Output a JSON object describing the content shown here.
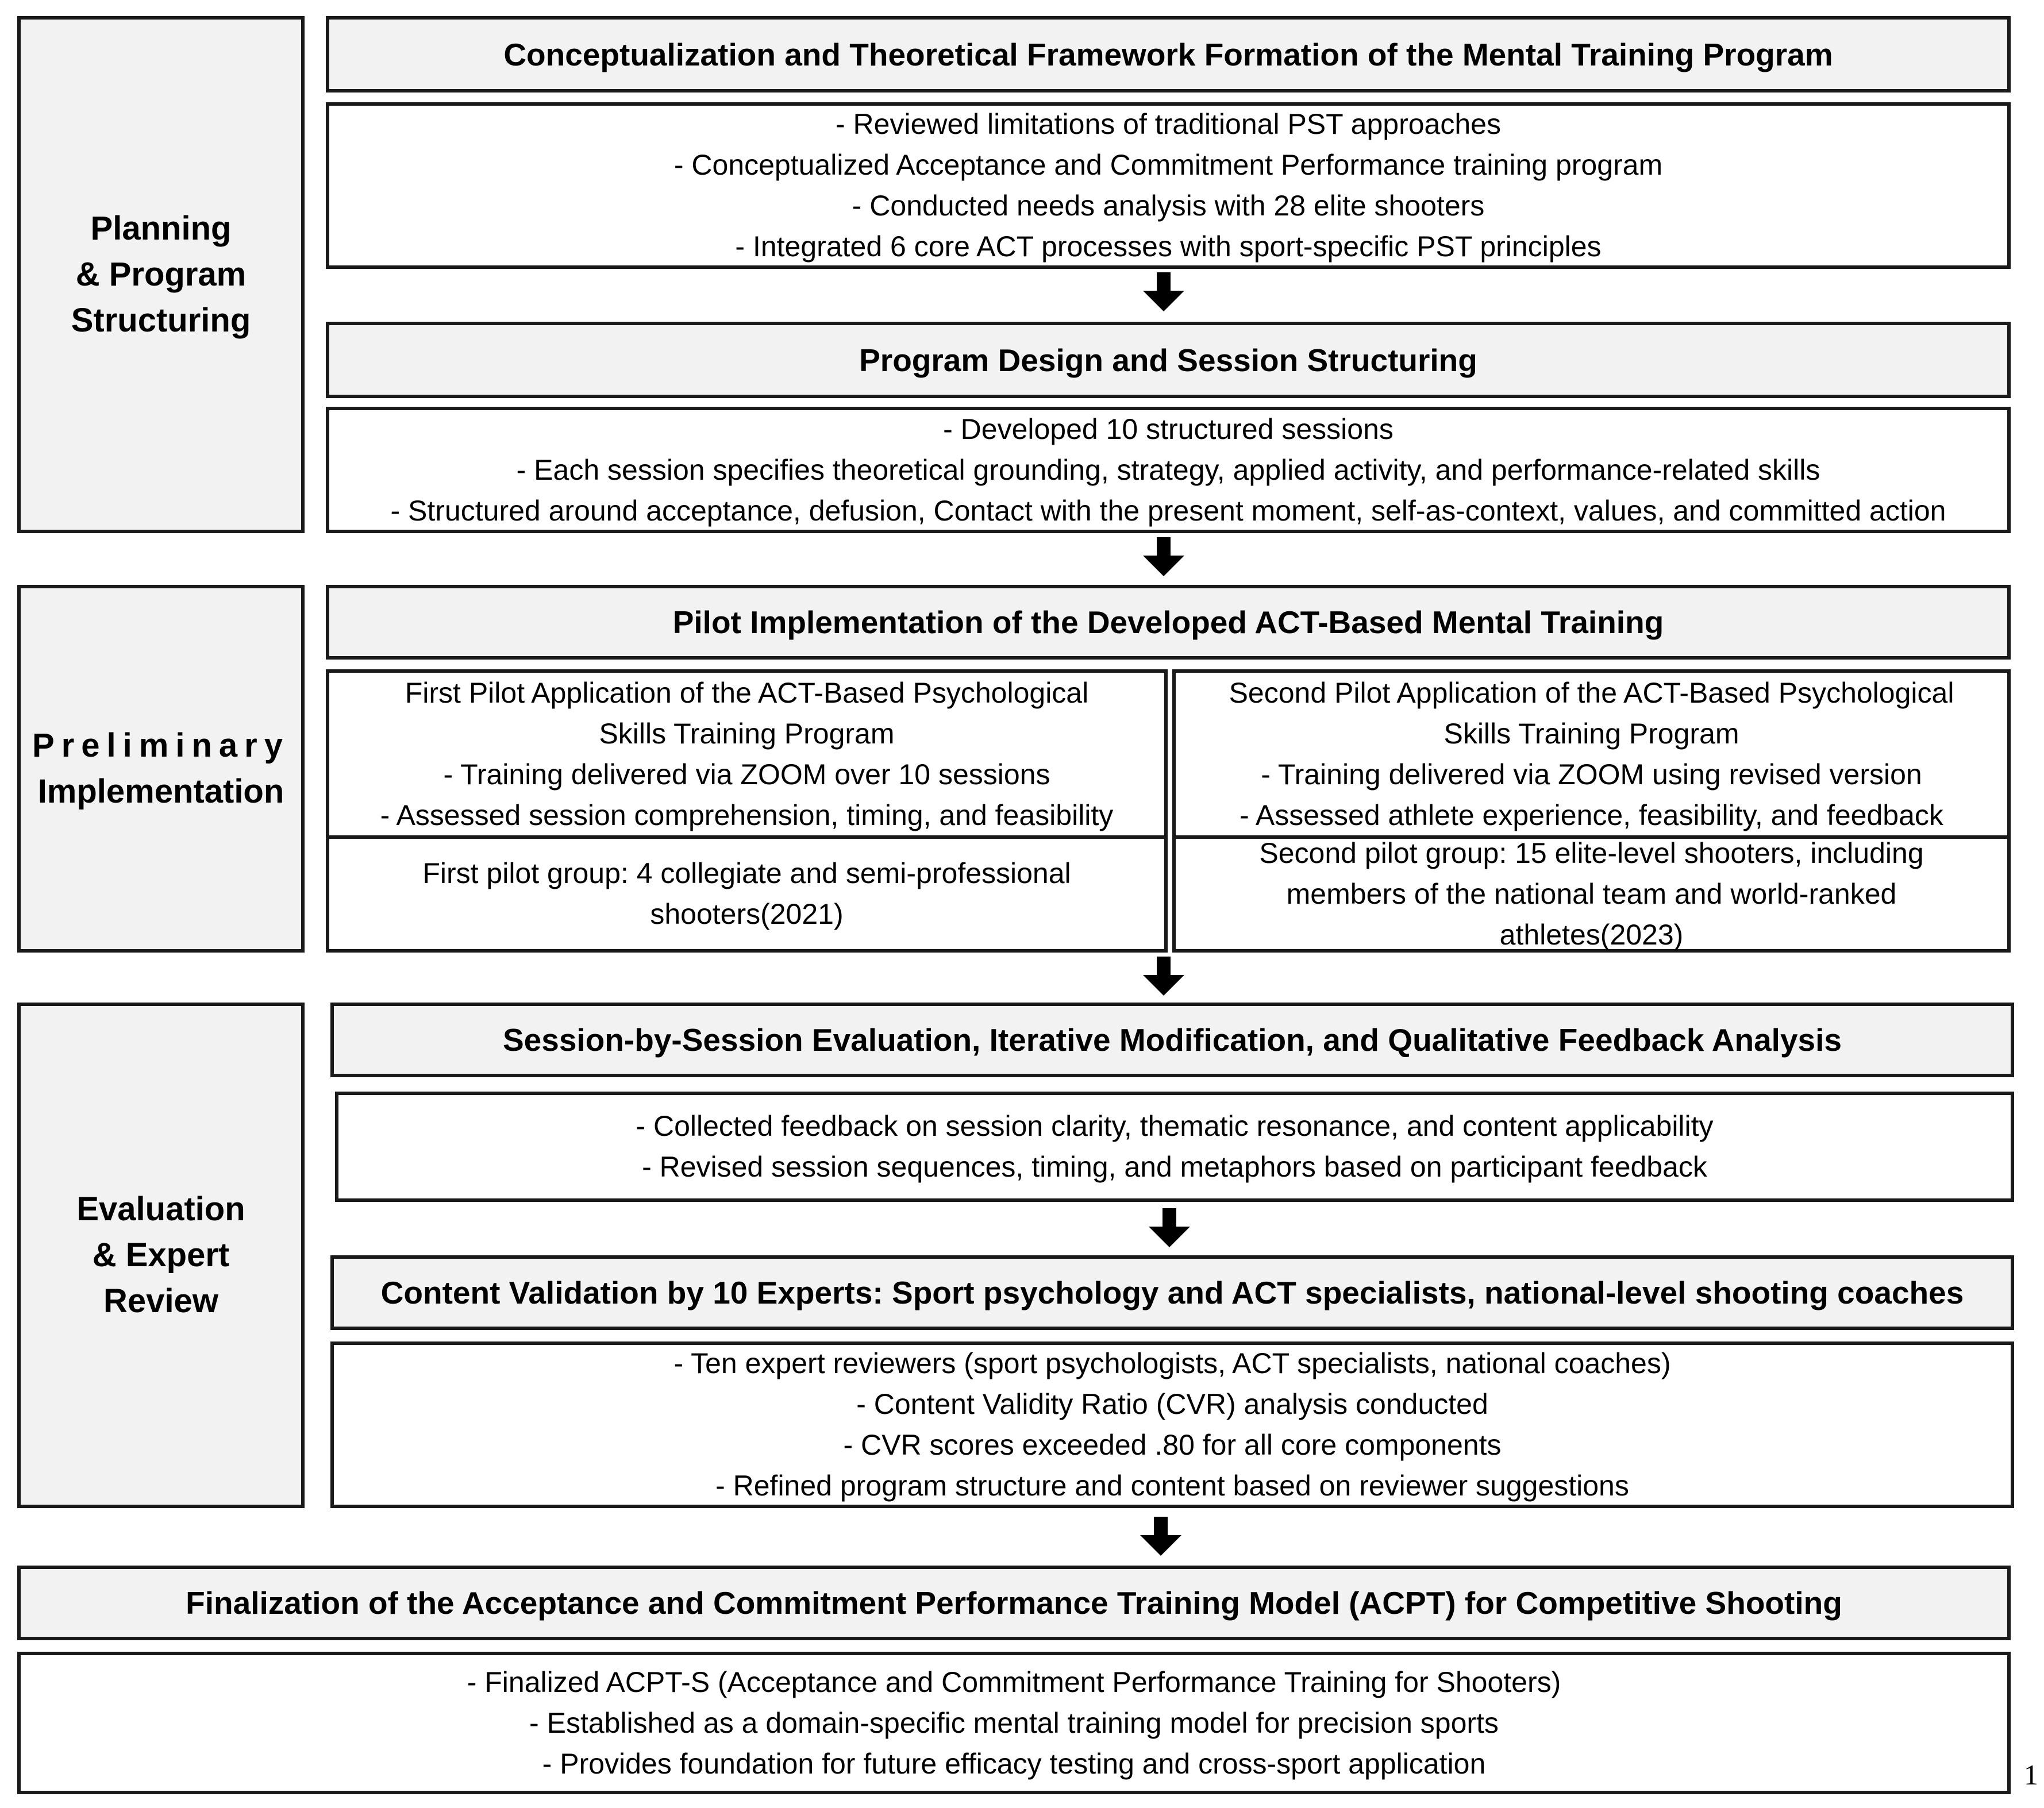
{
  "phases": {
    "planning": [
      "Planning",
      "& Program",
      "Structuring"
    ],
    "preliminary": [
      "Preliminary",
      "Implementation"
    ],
    "evaluation": [
      "Evaluation",
      "& Expert",
      "Review"
    ]
  },
  "step1": {
    "title": "Conceptualization and Theoretical Framework Formation of the Mental Training Program",
    "lines": [
      "- Reviewed limitations of traditional PST approaches",
      "- Conceptualized Acceptance and Commitment Performance training program",
      "- Conducted needs analysis with 28 elite shooters",
      "- Integrated 6 core ACT processes with sport-specific PST principles"
    ]
  },
  "step2": {
    "title": "Program Design and Session Structuring",
    "lines": [
      "- Developed 10 structured sessions",
      "- Each session specifies theoretical grounding, strategy, applied activity, and performance-related skills",
      "- Structured around acceptance, defusion, Contact with the present moment, self-as-context, values, and committed action"
    ]
  },
  "step3": {
    "title": "Pilot Implementation of the Developed ACT-Based Mental Training",
    "pilot1": {
      "lines": [
        "First Pilot Application of the ACT-Based Psychological",
        "Skills Training Program",
        "- Training delivered via ZOOM over 10 sessions",
        "- Assessed session comprehension, timing, and feasibility"
      ],
      "group": [
        "First pilot group: 4 collegiate and semi-professional",
        "shooters(2021)"
      ]
    },
    "pilot2": {
      "lines": [
        "Second Pilot Application of the ACT-Based Psychological",
        "Skills Training Program",
        "- Training delivered via ZOOM using revised version",
        "- Assessed athlete experience, feasibility, and feedback"
      ],
      "group": [
        "Second pilot group: 15 elite-level shooters, including",
        "members of the national team and world-ranked",
        "athletes(2023)"
      ]
    }
  },
  "step4": {
    "title": "Session-by-Session Evaluation, Iterative Modification, and Qualitative Feedback Analysis",
    "lines": [
      "- Collected feedback on session clarity, thematic resonance, and content applicability",
      "- Revised session sequences, timing, and metaphors based on participant feedback"
    ]
  },
  "step5": {
    "title": "Content Validation by 10 Experts: Sport psychology and ACT specialists, national-level shooting coaches",
    "lines": [
      "- Ten expert reviewers (sport psychologists, ACT specialists, national coaches)",
      "- Content Validity Ratio (CVR) analysis conducted",
      "- CVR scores exceeded .80 for all core components",
      "- Refined program structure and content based on reviewer suggestions"
    ]
  },
  "step6": {
    "title": "Finalization of the Acceptance and Commitment Performance Training Model (ACPT) for Competitive Shooting",
    "lines": [
      "- Finalized ACPT-S (Acceptance and Commitment Performance Training for Shooters)",
      "- Established as a domain-specific mental training model for precision sports",
      "- Provides foundation for future efficacy testing and cross-sport application"
    ]
  },
  "page_number": "1"
}
